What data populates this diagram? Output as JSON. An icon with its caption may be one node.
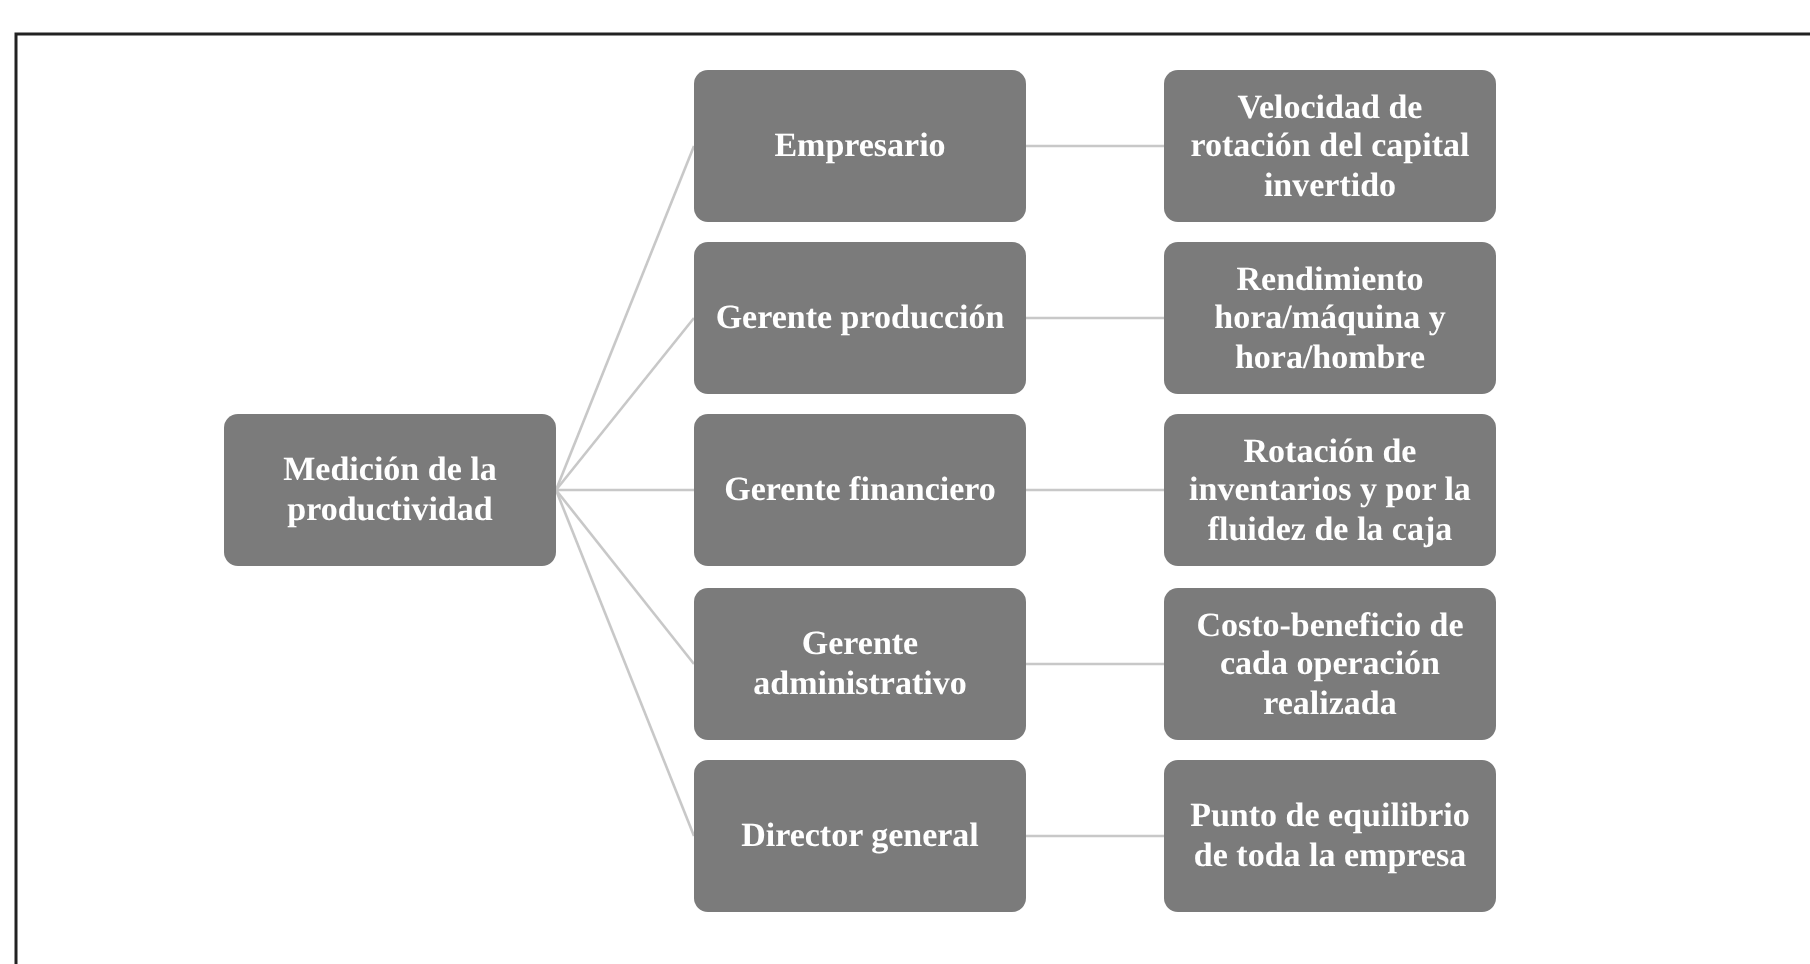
{
  "diagram": {
    "nodes": [
      {
        "text": [
          "Medición de la productividad"
        ]
      },
      {
        "text": [
          "Empresario"
        ]
      },
      {
        "text": [
          "Gerente producción"
        ]
      },
      {
        "text": [
          "Gerente financiero"
        ]
      },
      {
        "text": [
          "Gerente administrativo"
        ]
      },
      {
        "text": [
          "Director general"
        ]
      },
      {
        "text": [
          "Velocidad de rotación del capital invertido"
        ]
      },
      {
        "text": [
          "Rendimiento hora/máquina y hora/hombre"
        ]
      },
      {
        "text": [
          "Rotación de inventarios y por la fluidez de la caja"
        ]
      },
      {
        "text": [
          "Costo-beneficio de cada operación realizada"
        ]
      },
      {
        "text": [
          "Punto de equilibrio de toda la empresa"
        ]
      }
    ],
    "edges": [
      {
        "from": 0,
        "to": 1,
        "arrow": "none"
      },
      {
        "from": 0,
        "to": 2,
        "arrow": "none"
      },
      {
        "from": 0,
        "to": 3,
        "arrow": "none"
      },
      {
        "from": 0,
        "to": 4,
        "arrow": "none"
      },
      {
        "from": 0,
        "to": 5,
        "arrow": "none"
      },
      {
        "from": 1,
        "to": 6,
        "arrow": "none"
      },
      {
        "from": 2,
        "to": 7,
        "arrow": "none"
      },
      {
        "from": 3,
        "to": 8,
        "arrow": "none"
      },
      {
        "from": 4,
        "to": 9,
        "arrow": "none"
      },
      {
        "from": 5,
        "to": 10,
        "arrow": "none"
      }
    ]
  }
}
